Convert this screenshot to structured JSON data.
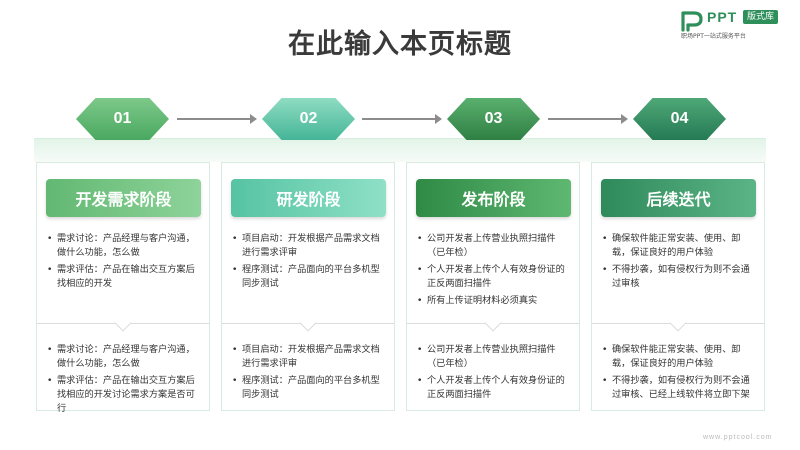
{
  "title": "在此输入本页标题",
  "logo": {
    "brand": "PPT",
    "badge": "版式库",
    "tagline": "职场PPT一站式服务平台",
    "brand_color": "#2f8f5b"
  },
  "steps": [
    {
      "number": "01",
      "heading": "开发需求阶段",
      "top_items": [
        "需求讨论：产品经理与客户沟通，做什么功能，怎么做",
        "需求评估：产品在输出交互方案后找相应的开发"
      ],
      "bottom_items": [
        "需求讨论：产品经理与客户沟通，做什么功能，怎么做",
        "需求评估：产品在输出交互方案后找相应的开发讨论需求方案是否可行"
      ]
    },
    {
      "number": "02",
      "heading": "研发阶段",
      "top_items": [
        "项目启动：开发根据产品需求文档进行需求评审",
        "程序测试：产品面向的平台多机型同步测试"
      ],
      "bottom_items": [
        "项目启动：开发根据产品需求文档进行需求评审",
        "程序测试：产品面向的平台多机型同步测试"
      ]
    },
    {
      "number": "03",
      "heading": "发布阶段",
      "top_items": [
        "公司开发者上传营业执照扫描件（已年检）",
        "个人开发者上传个人有效身份证的正反两面扫描件",
        "所有上传证明材料必须真实"
      ],
      "bottom_items": [
        "公司开发者上传营业执照扫描件（已年检）",
        "个人开发者上传个人有效身份证的正反两面扫描件"
      ]
    },
    {
      "number": "04",
      "heading": "后续迭代",
      "top_items": [
        "确保软件能正常安装、使用、卸载，保证良好的用户体验",
        "不得抄袭，如有侵权行为则不会通过审核"
      ],
      "bottom_items": [
        "确保软件能正常安装、使用、卸载，保证良好的用户体验",
        "不得抄袭，如有侵权行为则不会通过审核、已经上线软件将立即下架"
      ]
    }
  ],
  "watermark": "www.pptcool.com"
}
